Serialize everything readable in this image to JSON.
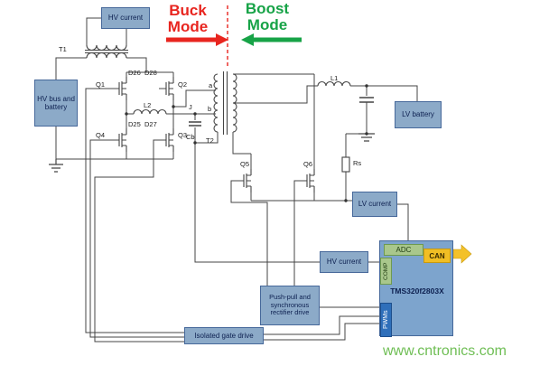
{
  "modes": {
    "buck": {
      "label": "Buck Mode",
      "color": "#e8251f"
    },
    "boost": {
      "label": "Boost Mode",
      "color": "#17a347"
    }
  },
  "labels": {
    "t1": "T1",
    "t2": "T2",
    "l1": "L1",
    "l2": "L2",
    "q1": "Q1",
    "q2": "Q2",
    "q3": "Q3",
    "q4": "Q4",
    "q5": "Q5",
    "q6": "Q6",
    "d25": "D25",
    "d26": "D26",
    "d27": "D27",
    "d28": "D28",
    "cb": "Cb",
    "j": "J",
    "a": "a",
    "b": "b",
    "rs": "Rs"
  },
  "boxes": {
    "hv_current_top": "HV current",
    "hv_bus_battery": "HV bus and battery",
    "lv_battery": "LV battery",
    "lv_current": "LV current",
    "hv_current_bottom": "HV current",
    "push_pull_drive": "Push-pull and synchronous rectifier drive",
    "isolated_gate_drive": "Isolated gate drive"
  },
  "mcu": {
    "name": "TMS320f2803X",
    "adc": "ADC",
    "comp": "COMP",
    "can": "CAN",
    "pwms": "PWMs"
  },
  "watermark": "www.cntronics.com",
  "colors": {
    "buck_arrow": "#e8251f",
    "boost_arrow": "#17a347",
    "box_fill": "#8caac8",
    "mcu_fill": "#7da4cd",
    "adc_green": "#a9c78c",
    "can_yellow": "#f1be24",
    "pwm_blue": "#2f6fba",
    "watermark_green": "#6fbe55"
  }
}
